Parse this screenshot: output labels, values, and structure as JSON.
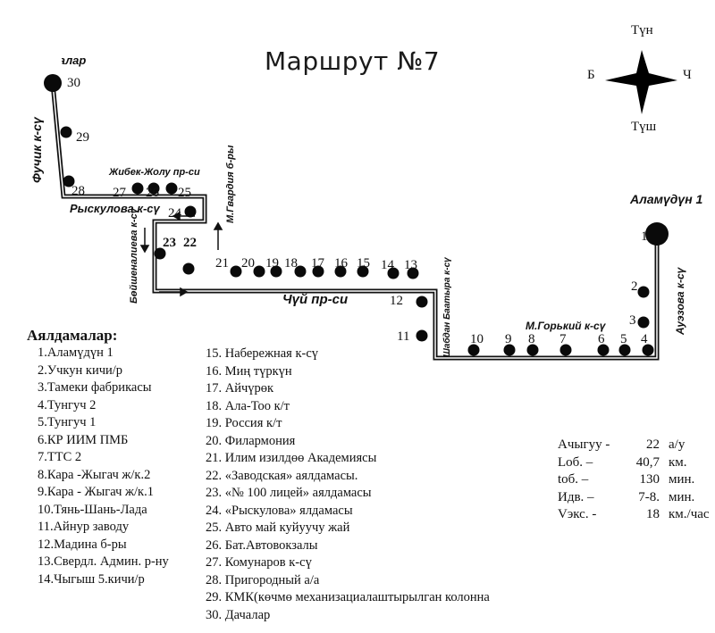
{
  "title": "Маршрут №7",
  "compass": {
    "north": "Түн",
    "south": "Түш",
    "west": "Б",
    "east": "Ч",
    "icon": "compass-rose-icon"
  },
  "terminals": {
    "start": "Аламүдүн 1",
    "end": "Дачалар"
  },
  "streets": {
    "fuchik": "Фучик к-сү",
    "zhibek_zholu": "Жибек-Жолу пр-си",
    "ryskulova": "Рыскулова к-сү",
    "gvardiya": "М.Гвардия б-ры",
    "baytik": "Бөйшеналиева к-сү",
    "chuy": "Чүй пр-си",
    "shabdan": "Шабдан Баатыра к-сү",
    "gorky": "М.Горький к-сү",
    "auezova": "Ауэзова к-сү"
  },
  "map_stops": [
    "1",
    "2",
    "3",
    "4",
    "5",
    "6",
    "7",
    "8",
    "9",
    "10",
    "11",
    "12",
    "13",
    "14",
    "15",
    "16",
    "17",
    "18",
    "19",
    "20",
    "21",
    "22",
    "23",
    "24",
    "25",
    "26",
    "27",
    "28",
    "29",
    "30"
  ],
  "legend": {
    "heading": "Аялдамалар:",
    "stops": [
      "1.Аламүдүн 1",
      "2.Учкун     кичи/р",
      "3.Тамеки фабрикасы",
      "4.Тунгуч 2",
      "5.Тунгуч 1",
      "6.КР ИИМ ПМБ",
      "7.ТТС 2",
      "8.Кара -Жыгач ж/к.2",
      "9.Кара - Жыгач ж/к.1",
      "10.Тянь-Шань-Лада",
      "11.Айнур заводу",
      "12.Мадина б-ры",
      "13.Свердл. Админ. р-ну",
      "14.Чыгыш 5.кичи/р",
      "15. Набережная к-сү",
      "16. Миң түркүн",
      "17. Айчүрөк",
      "18. Ала-Тоо к/т",
      "19. Россия к/т",
      "20. Филармония",
      "21. Илим изилдөө Академиясы",
      "22. «Заводская» аялдамасы.",
      "23. «№ 100 лицей» аялдамасы",
      "24. «Рыскулова» ялдамасы",
      "25. Авто май куйуучу жай",
      "26. Бат.Автовокзалы",
      "27. Комунаров к-сү",
      "28. Пригородный а/а",
      "29. КМК(көчмө механизациалаштырылган колонна",
      "30. Дачалар"
    ]
  },
  "stats": [
    {
      "label": "Ачыгуу -",
      "value": "22",
      "unit": "а/у"
    },
    {
      "label": "Lоб. –",
      "value": "40,7",
      "unit": "км."
    },
    {
      "label": "tоб. –",
      "value": "130",
      "unit": "мин."
    },
    {
      "label": "Идв. –",
      "value": "7-8.",
      "unit": "мин."
    },
    {
      "label": "Vэкс. -",
      "value": "18",
      "unit": "км./час"
    }
  ]
}
